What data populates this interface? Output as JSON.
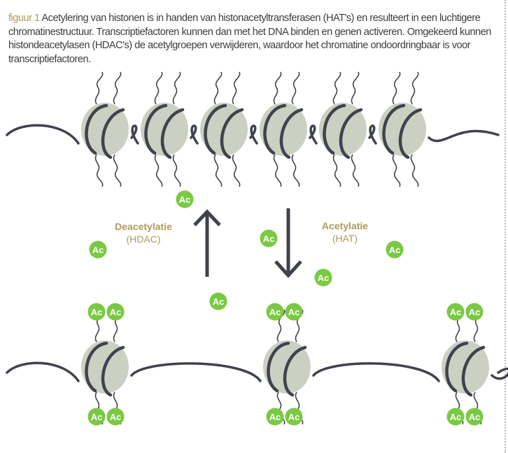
{
  "caption": {
    "figure_label": "figuur 1",
    "text": "Acetylering van histonen is in handen van histonacetyltransferasen (HAT's) en resulteert in een luchtigere chromatinestructuur. Transcriptiefactoren kunnen dan met het DNA binden en genen activeren. Omgekeerd kunnen histondeacetylasen (HDAC's) de acetylgroepen verwijderen, waardoor het chromatine ondoordringbaar is voor transcriptiefactoren."
  },
  "labels": {
    "deacetylation": "Deacetylatie",
    "deacetylation_enzyme": "(HDAC)",
    "acetylation": "Acetylatie",
    "acetylation_enzyme": "(HAT)"
  },
  "ac_label": "Ac",
  "colors": {
    "histone": "#cbd0c3",
    "dna": "#40424c",
    "acetyl": "#7ac943",
    "label": "#b09a5a"
  }
}
